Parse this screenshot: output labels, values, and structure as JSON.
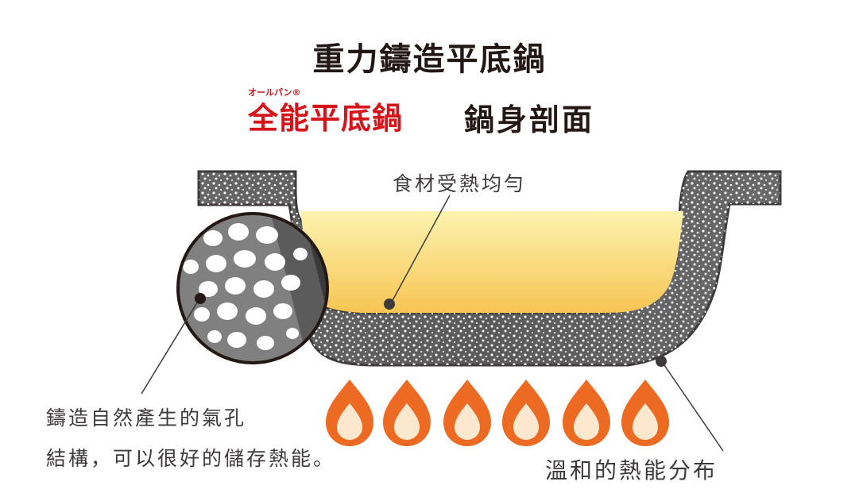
{
  "title": "重力鑄造平底鍋",
  "subtitle": {
    "brand_small": "オールパン®",
    "brand_main": "全能平底鍋",
    "tail": "鍋身剖面"
  },
  "labels": {
    "food": "食材受熱均勻",
    "pore_line1": "鑄造自然產生的氣孔",
    "pore_line2": "結構，可以很好的儲存熱能。",
    "heat": "溫和的熱能分布"
  },
  "colors": {
    "pan_body": "#5b5b5c",
    "pan_edge": "#3e3a39",
    "food_top": "#fdf2a8",
    "food_bottom": "#f8c95a",
    "flame_outer": "#ed6a22",
    "flame_inner": "#fbe8cf",
    "pore": "#ffffff",
    "brand_red": "#d7141a",
    "text": "#3e3a39"
  },
  "flame_count": 6
}
